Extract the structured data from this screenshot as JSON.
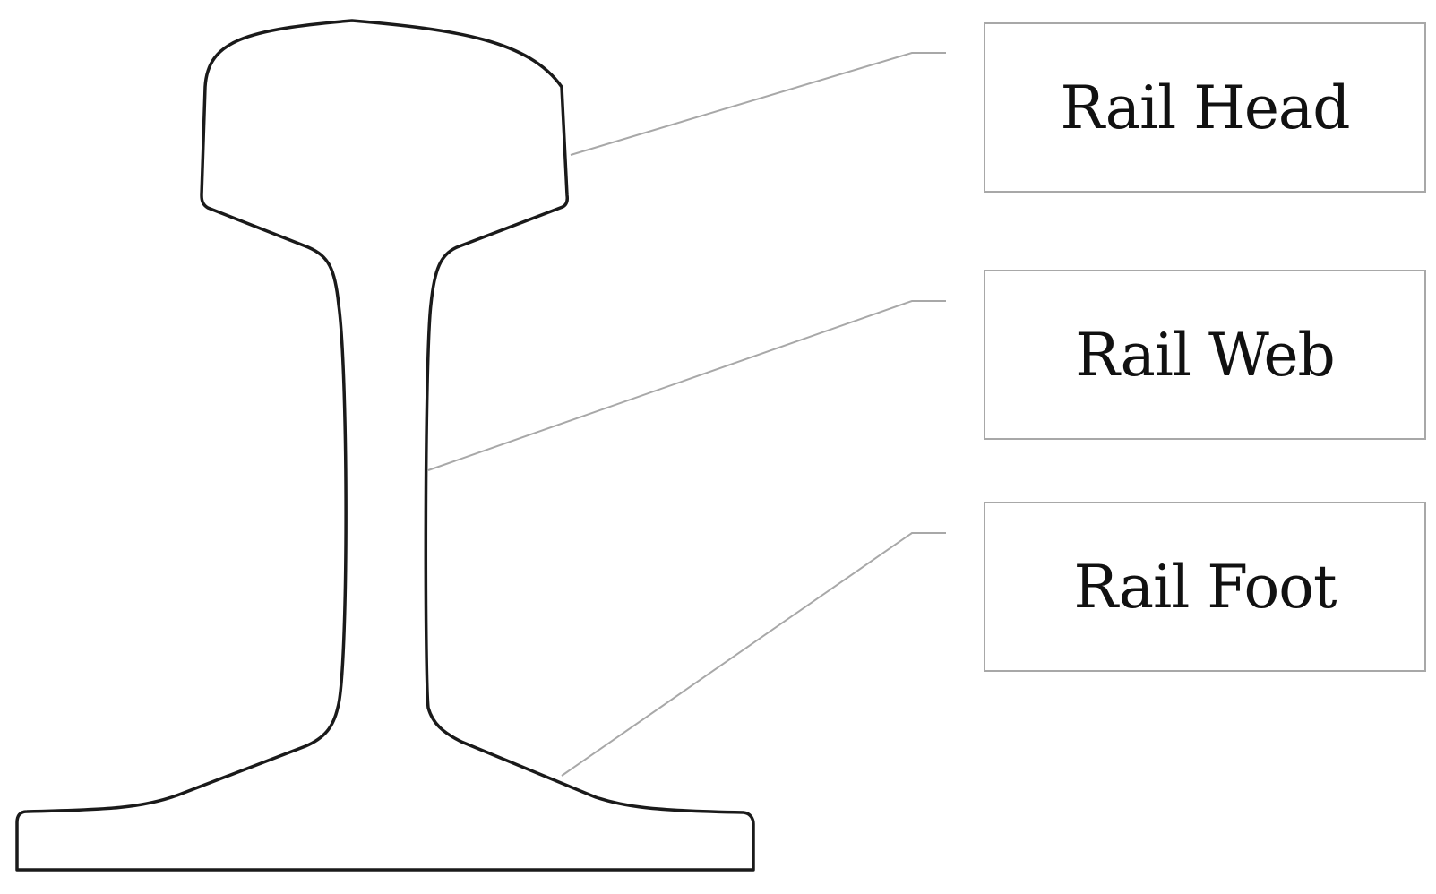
{
  "labels": {
    "head": "Rail Head",
    "web": "Rail Web",
    "foot": "Rail Foot"
  },
  "colors": {
    "outline": "#1a1a1a",
    "leader": "#a8a8a8",
    "box_border": "#a8a8a8",
    "text": "#111111",
    "background": "#ffffff"
  }
}
